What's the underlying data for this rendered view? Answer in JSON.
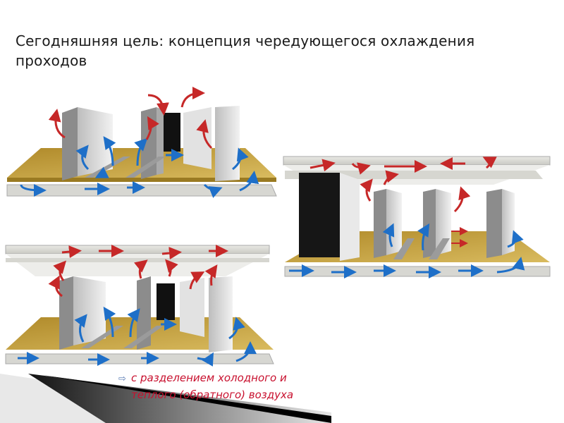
{
  "slide": {
    "title": "Сегодняшняя цель: концепция чередующегося охлаждения проходов",
    "caption": {
      "line1": "с разделением холодного и",
      "line2": "теплого (обратного) воздуха"
    }
  },
  "colors": {
    "hot_air": "#c62828",
    "cold_air": "#1e6fc8",
    "floor": "#c9a640",
    "rack": "#d8d8d8",
    "caption": "#c8102e"
  },
  "icons": [
    "arrow-bullet-icon"
  ]
}
